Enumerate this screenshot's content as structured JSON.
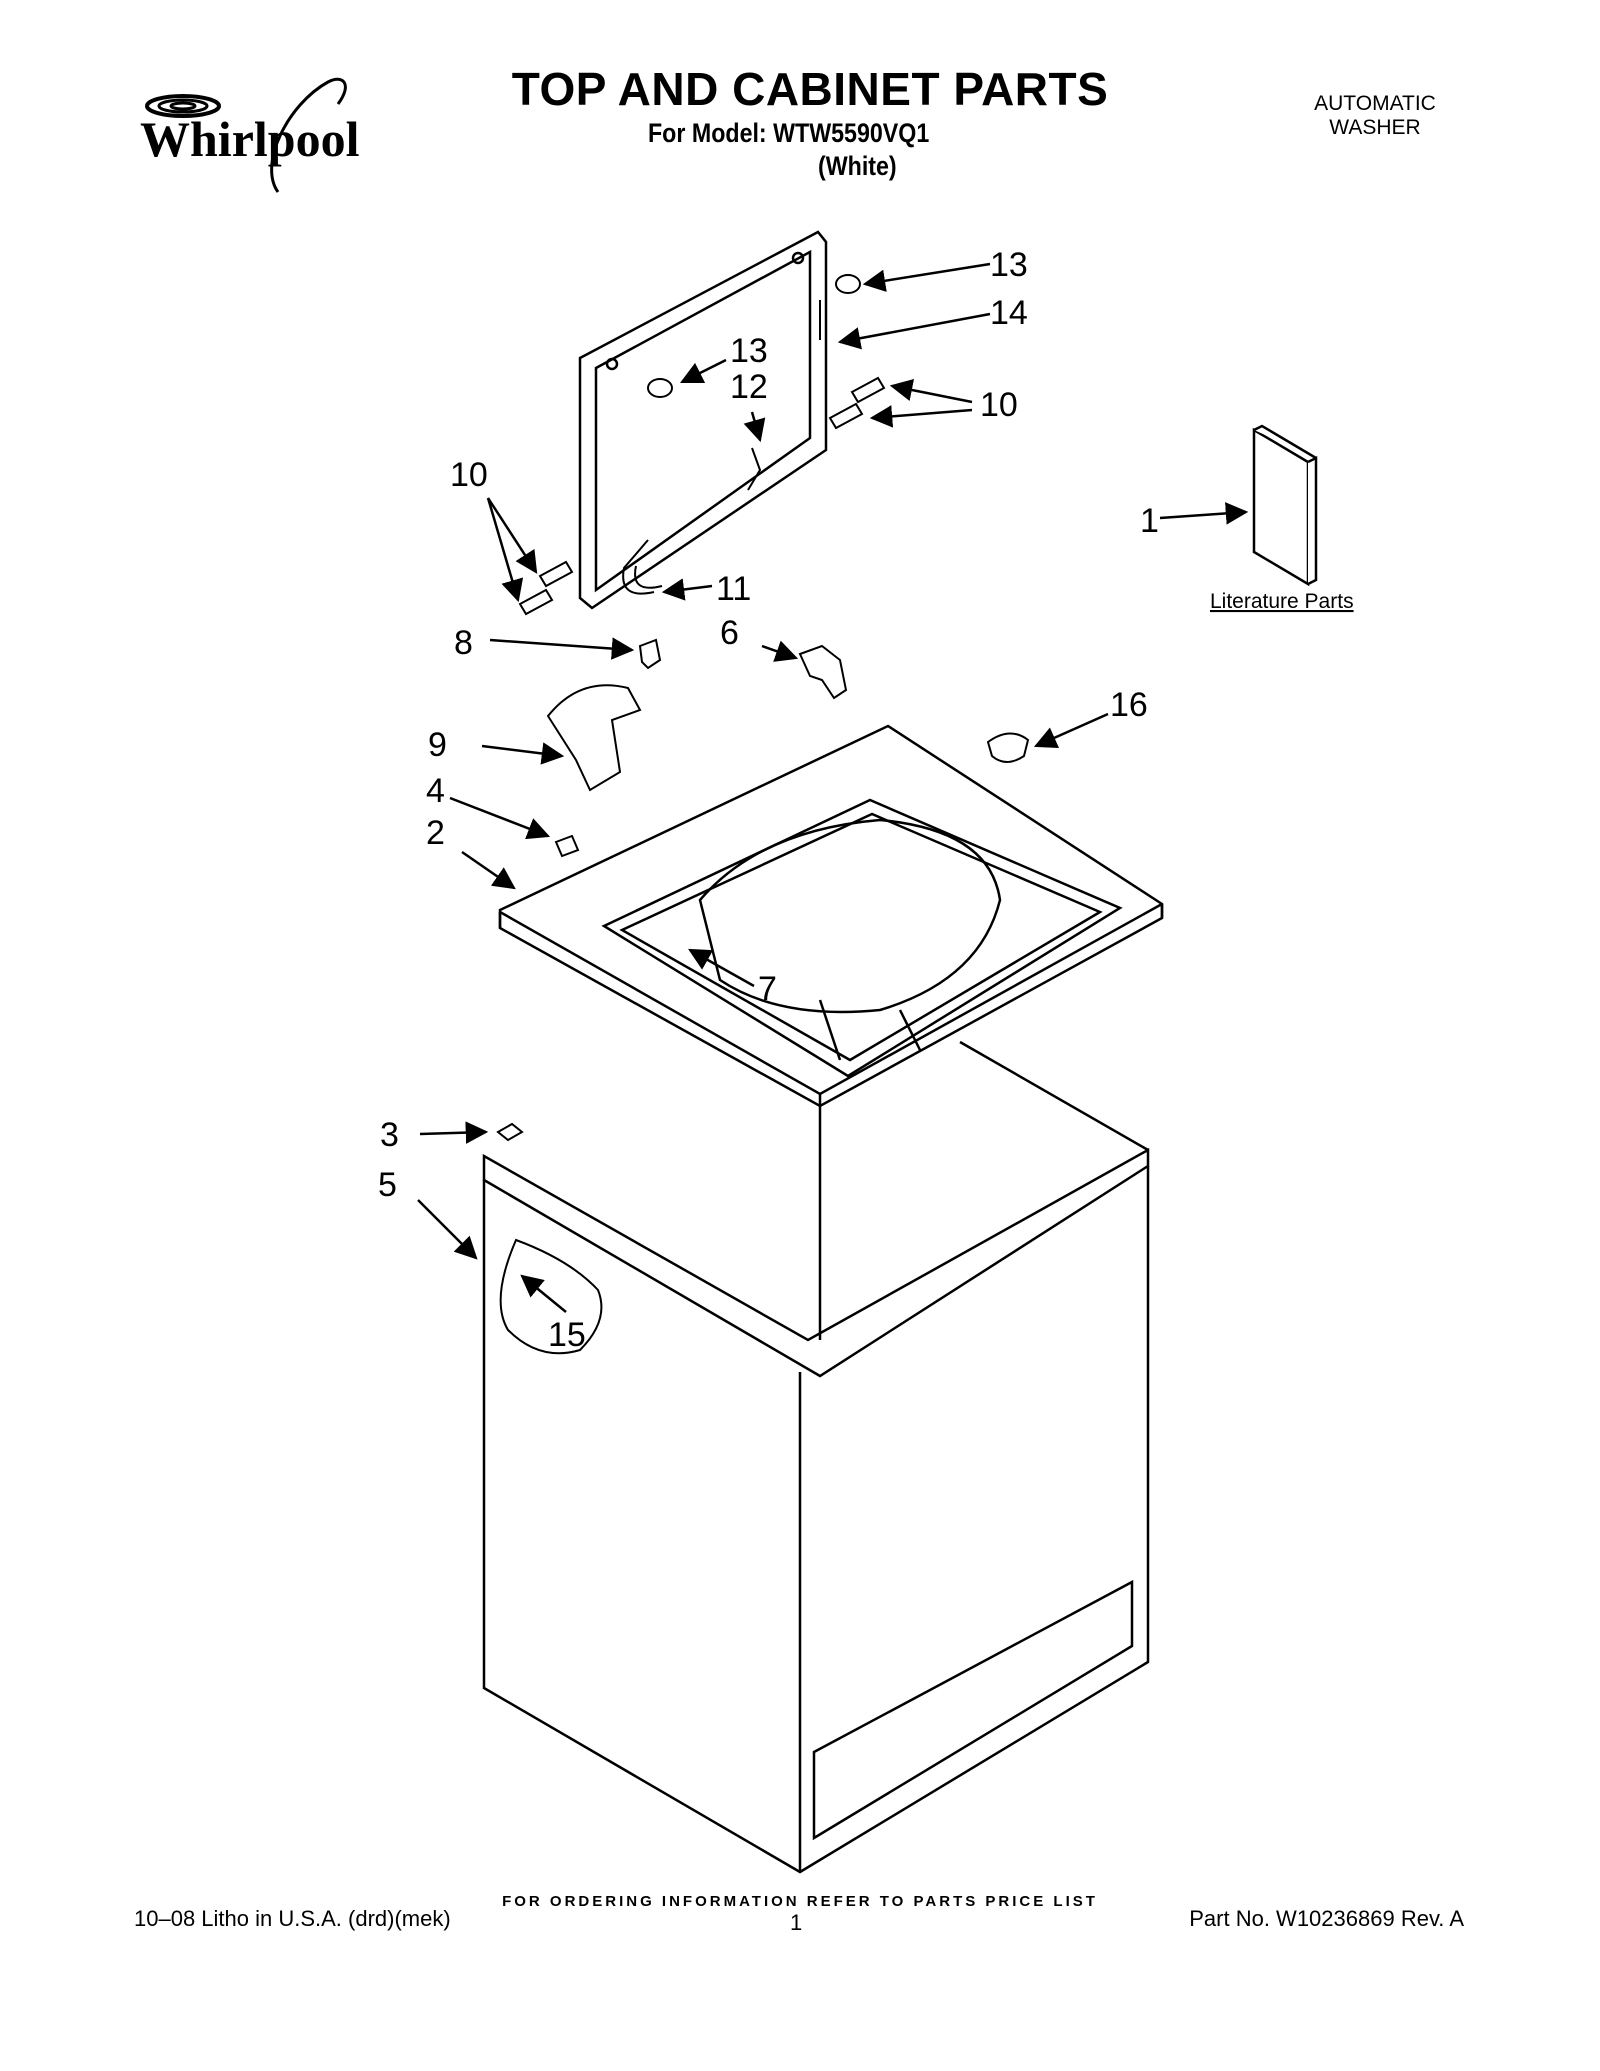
{
  "header": {
    "brand": "Whirlpool",
    "title": "TOP AND CABINET PARTS",
    "model_line": "For Model: WTW5590VQ1",
    "variant": "(White)",
    "product_type": [
      "AUTOMATIC",
      "WASHER"
    ]
  },
  "diagram": {
    "callouts": [
      "13",
      "14",
      "13",
      "12",
      "10",
      "10",
      "1",
      "11",
      "8",
      "6",
      "16",
      "9",
      "4",
      "2",
      "7",
      "3",
      "5",
      "15"
    ],
    "literature_label": "Literature Parts"
  },
  "footer": {
    "ordering_note": "FOR ORDERING INFORMATION REFER TO PARTS PRICE LIST",
    "litho": "10–08 Litho in U.S.A. (drd)(mek)",
    "page_number": "1",
    "part_number": "Part No. W10236869 Rev. A"
  }
}
